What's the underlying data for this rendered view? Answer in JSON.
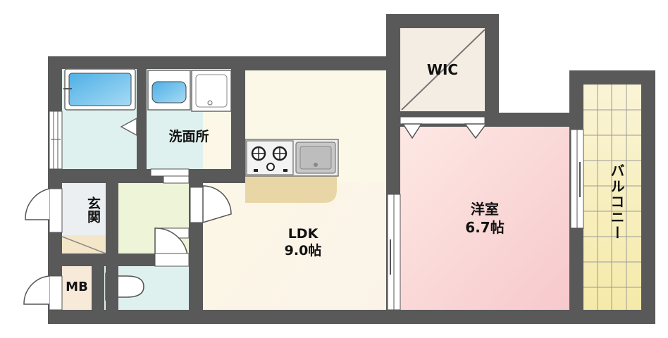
{
  "rooms": {
    "ldk": {
      "name": "LDK",
      "size": "9.0帖"
    },
    "western": {
      "name": "洋室",
      "size": "6.7帖"
    },
    "wic": {
      "name": "WIC"
    },
    "washroom": {
      "name": "洗面所"
    },
    "entrance": {
      "name": "玄関"
    },
    "mb": {
      "name": "MB"
    },
    "balcony": {
      "name": "バルコニー"
    }
  },
  "colors": {
    "wall": "#595959",
    "ldk_floor": "#fbf8e8",
    "western_floor": "#fbdcdc",
    "bath_floor": "#dff1ee",
    "hall_floor": "#eef4d8",
    "entrance_floor": "#eceff2",
    "wic_floor": "#f4ede3",
    "balcony_floor": "#f7f0c8",
    "counter": "#e8d6a6",
    "tub": "#74c0ea"
  }
}
